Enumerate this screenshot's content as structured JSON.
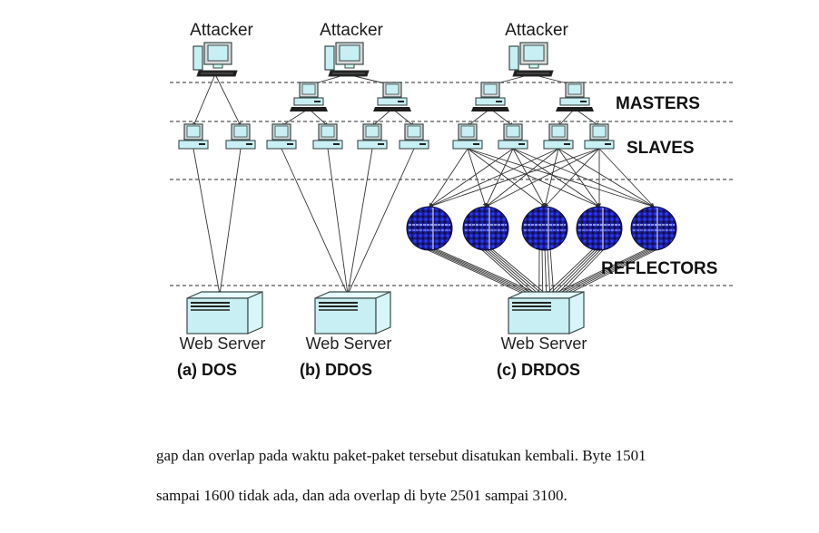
{
  "diagram": {
    "title": "DOS, DDOS and DRDOS attack architectures",
    "tiers": {
      "masters": "MASTERS",
      "slaves": "SLAVES",
      "reflectors": "REFLECTORS"
    },
    "panels": [
      {
        "id": "dos",
        "attacker_label": "Attacker",
        "masters": 0,
        "slaves": 2,
        "reflectors": 0,
        "server_label": "Web Server",
        "caption": "(a) DOS"
      },
      {
        "id": "ddos",
        "attacker_label": "Attacker",
        "masters": 2,
        "slaves": 4,
        "reflectors": 0,
        "server_label": "Web Server",
        "caption": "(b) DDOS"
      },
      {
        "id": "drdos",
        "attacker_label": "Attacker",
        "masters": 2,
        "slaves": 4,
        "reflectors": 5,
        "server_label": "Web Server",
        "caption": "(c) DRDOS"
      }
    ],
    "colors": {
      "screen": "#c8f0f4",
      "device_fill": "#c8f0f4",
      "device_stroke": "#3a4a4a",
      "keyboard": "#222222",
      "reflector": "#1a20c8",
      "link": "#333333",
      "dash": "#555555"
    }
  },
  "body_text": {
    "line1": "gap dan overlap pada waktu paket-paket tersebut disatukan kembali. Byte 1501",
    "line2": "sampai 1600 tidak ada, dan ada overlap di byte 2501 sampai 3100."
  }
}
